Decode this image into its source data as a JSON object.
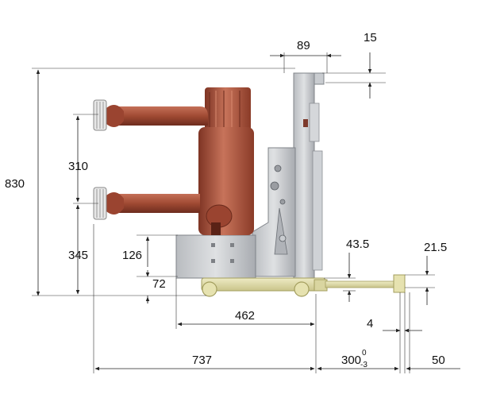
{
  "dimensions": {
    "d89": "89",
    "d15": "15",
    "d830": "830",
    "d310": "310",
    "d345": "345",
    "d126": "126",
    "d72": "72",
    "d43_5": "43.5",
    "d21_5": "21.5",
    "d462": "462",
    "d4": "4",
    "d737": "737",
    "d300": "300",
    "d300_upper": "0",
    "d300_lower": "-3",
    "d50": "50"
  },
  "colors": {
    "pole": "#a9503a",
    "pole_dark": "#7e3424",
    "pole_light": "#c7735a",
    "frame": "#c7c9cc",
    "frame_dark": "#8d9095",
    "truck": "#ddd9a6",
    "contact": "#f0f0f0"
  }
}
